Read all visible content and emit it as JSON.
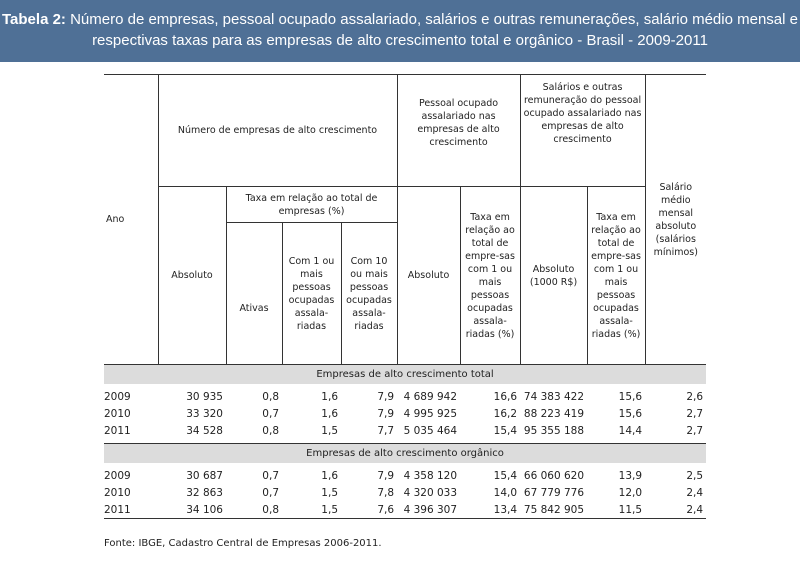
{
  "title": {
    "label": "Tabela 2:",
    "text": "Número de empresas, pessoal ocupado assalariado, salários e outras remunerações, salário médio mensal e respectivas taxas para as empresas de alto crescimento total e orgânico - Brasil - 2009-2011"
  },
  "headers": {
    "ano": "Ano",
    "num_empresas": "Número de empresas de alto crescimento",
    "absoluto": "Absoluto",
    "taxa_empresas": "Taxa em relação ao total de empresas (%)",
    "ativas": "Ativas",
    "com1": "Com 1 ou mais pessoas ocupadas assala-riadas",
    "com10": "Com 10 ou mais pessoas ocupadas assala-riadas",
    "pessoal": "Pessoal ocupado assalariado nas empresas de alto crescimento",
    "pessoal_absoluto": "Absoluto",
    "pessoal_taxa": "Taxa em relação ao total de empre-sas com 1 ou mais pessoas ocupadas assala-riadas (%)",
    "salarios": "Salários e outras remuneração do pessoal ocupado assalariado nas empresas de alto crescimento",
    "salarios_absoluto": "Absoluto (1000 R$)",
    "salarios_taxa": "Taxa em relação ao total de empre-sas com 1 ou mais pessoas ocupadas assala-riadas (%)",
    "salario_medio": "Salário médio mensal absoluto (salários mínimos)"
  },
  "sections": [
    {
      "label": "Empresas de alto crescimento total",
      "rows": [
        [
          "2009",
          "30 935",
          "0,8",
          "1,6",
          "7,9",
          "4 689 942",
          "16,6",
          "74 383 422",
          "15,6",
          "2,6"
        ],
        [
          "2010",
          "33 320",
          "0,7",
          "1,6",
          "7,9",
          "4 995 925",
          "16,2",
          "88 223 419",
          "15,6",
          "2,7"
        ],
        [
          "2011",
          "34 528",
          "0,8",
          "1,5",
          "7,7",
          "5 035 464",
          "15,4",
          "95 355 188",
          "14,4",
          "2,7"
        ]
      ]
    },
    {
      "label": "Empresas de alto crescimento orgânico",
      "rows": [
        [
          "2009",
          "30 687",
          "0,7",
          "1,6",
          "7,9",
          "4 358 120",
          "15,4",
          "66 060 620",
          "13,9",
          "2,5"
        ],
        [
          "2010",
          "32 863",
          "0,7",
          "1,5",
          "7,8",
          "4 320 033",
          "14,0",
          "67 779 776",
          "12,0",
          "2,4"
        ],
        [
          "2011",
          "34 106",
          "0,8",
          "1,5",
          "7,6",
          "4 396 307",
          "13,4",
          "75 842 905",
          "11,5",
          "2,4"
        ]
      ]
    }
  ],
  "fonte": "Fonte: IBGE, Cadastro Central de Empresas 2006-2011."
}
